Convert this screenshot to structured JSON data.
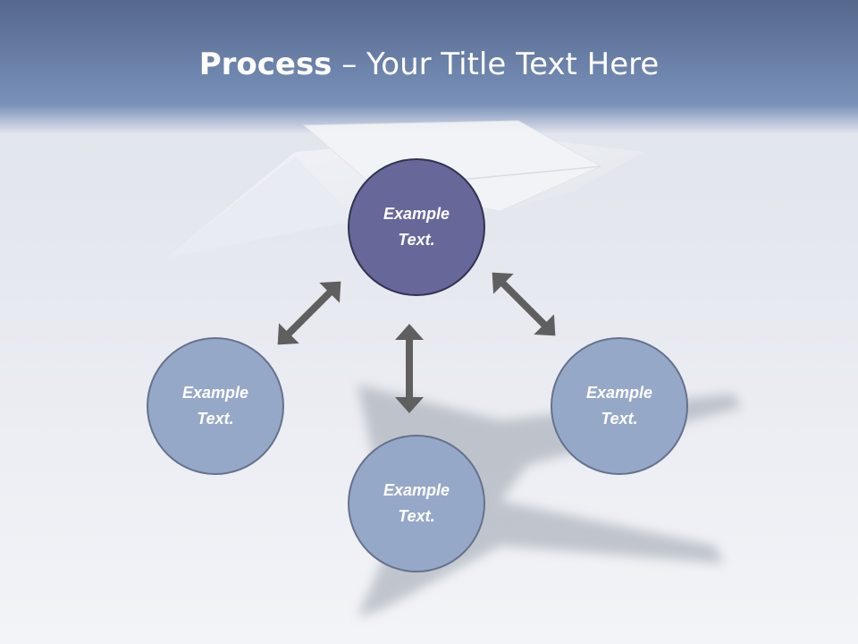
{
  "title": {
    "bold": "Process",
    "rest": " – Your Title Text Here"
  },
  "nodes": {
    "center": "Example Text.",
    "left": "Example Text.",
    "bottom": "Example Text.",
    "right": "Example Text."
  }
}
